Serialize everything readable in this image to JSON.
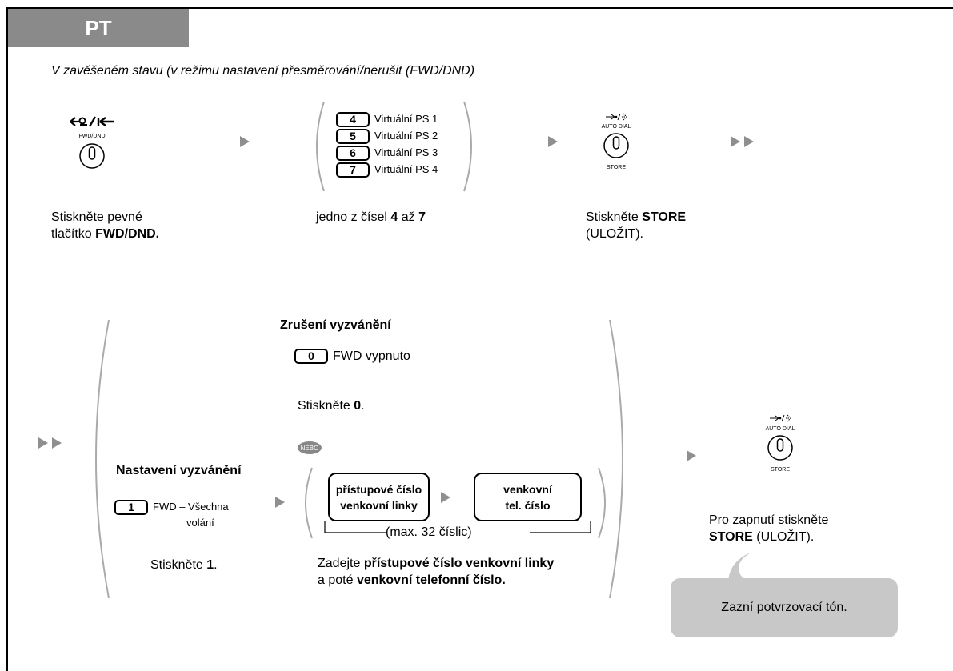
{
  "header": {
    "tab": "PT",
    "subtitle": "V zavěšeném stavu (v režimu nastavení přesměrování/nerušit (FWD/DND)"
  },
  "step1": {
    "button_label": "FWD/DND",
    "line1": "Stiskněte pevné",
    "line2_pre": "tlačítko ",
    "line2_bold": "FWD/DND."
  },
  "step2": {
    "keys": [
      {
        "key": "4",
        "label": "Virtuální PS 1"
      },
      {
        "key": "5",
        "label": "Virtuální PS 2"
      },
      {
        "key": "6",
        "label": "Virtuální PS 3"
      },
      {
        "key": "7",
        "label": "Virtuální PS 4"
      }
    ],
    "caption_pre": "jedno z čísel ",
    "caption_b1": "4",
    "caption_mid": " až ",
    "caption_b2": "7"
  },
  "step3": {
    "top_label": "AUTO DIAL",
    "bottom_label": "STORE",
    "line1_pre": "Stiskněte ",
    "line1_bold": "STORE",
    "line2": "(ULOŽIT)."
  },
  "cancel": {
    "title": "Zrušení vyzvánění",
    "key": "0",
    "key_label": "FWD vypnuto",
    "press_pre": "Stiskněte ",
    "press_bold": "0",
    "press_post": "."
  },
  "or_badge": "NEBO",
  "set": {
    "title": "Nastavení vyzvánění",
    "key": "1",
    "key_label_line1": "FWD – Všechna",
    "key_label_line2": "volání",
    "press_pre": "Stiskněte ",
    "press_bold": "1",
    "press_post": ".",
    "box1_line1": "přístupové číslo",
    "box1_line2": "venkovní linky",
    "box2_line1": "venkovní",
    "box2_line2": "tel. číslo",
    "max_label": "(max. 32 číslic)",
    "enter_pre": "Zadejte ",
    "enter_b1": "přístupové číslo venkovní linky",
    "enter_line2_pre": "a poté ",
    "enter_b2": "venkovní telefonní číslo."
  },
  "final": {
    "top_label": "AUTO DIAL",
    "bottom_label": "STORE",
    "line1": "Pro zapnutí stiskněte",
    "line2_bold": "STORE",
    "line2_post": " (ULOŽIT)."
  },
  "callout": "Zazní potvrzovací tón."
}
